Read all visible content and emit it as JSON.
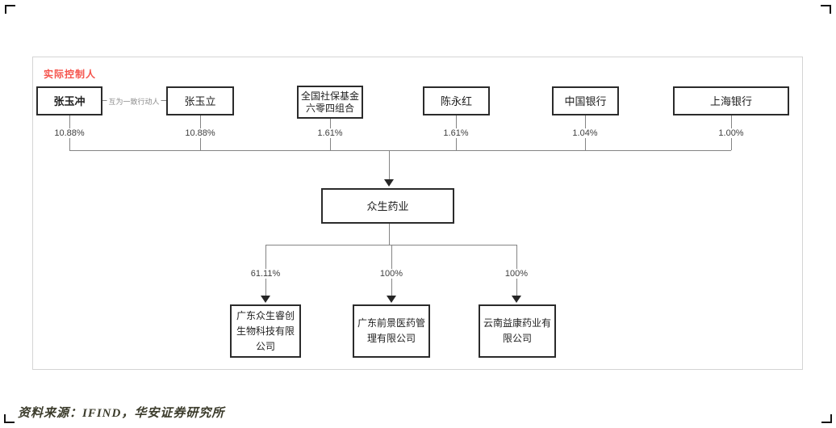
{
  "figure": {
    "controller_label": "实际控制人",
    "concert_label": "互为一致行动人",
    "shareholders": [
      {
        "name": "张玉冲",
        "pct": "10.88%"
      },
      {
        "name": "张玉立",
        "pct": "10.88%"
      },
      {
        "name": "全国社保基金六零四组合",
        "pct": "1.61%"
      },
      {
        "name": "陈永红",
        "pct": "1.61%"
      },
      {
        "name": "中国银行",
        "pct": "1.04%"
      },
      {
        "name": "上海银行",
        "pct": "1.00%"
      }
    ],
    "parent_company": "众生药业",
    "subsidiaries": [
      {
        "name": "广东众生睿创生物科技有限公司",
        "pct": "61.11%"
      },
      {
        "name": "广东前景医药管理有限公司",
        "pct": "100%"
      },
      {
        "name": "云南益康药业有限公司",
        "pct": "100%"
      }
    ]
  },
  "source_note": "资料来源：IFIND，华安证券研究所",
  "colors": {
    "accent_red": "#f5544c",
    "line_gray": "#848484",
    "box_border": "#2b2b2b",
    "source_text": "#3b3b2b"
  }
}
